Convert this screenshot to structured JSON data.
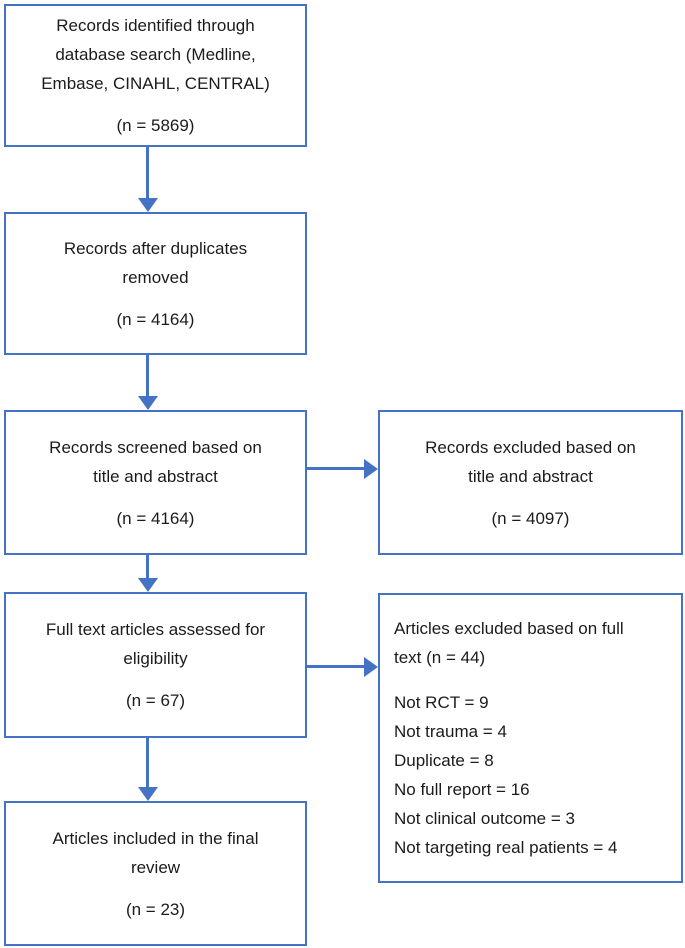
{
  "colors": {
    "accent": "#4472C4",
    "text": "#1b1b1b",
    "background": "#ffffff"
  },
  "boxes": {
    "identified": {
      "lines": [
        "Records identified through",
        "database search (Medline,",
        "Embase, CINAHL, CENTRAL)"
      ],
      "count": "(n = 5869)"
    },
    "duplicates_removed": {
      "lines": [
        "Records after duplicates",
        "removed"
      ],
      "count": "(n = 4164)"
    },
    "screened": {
      "lines": [
        "Records screened based on",
        "title and abstract"
      ],
      "count": "(n = 4164)"
    },
    "excluded_title_abstract": {
      "lines": [
        "Records excluded based on",
        "title and abstract"
      ],
      "count": "(n = 4097)"
    },
    "full_text_assessed": {
      "lines": [
        "Full text articles assessed for",
        "eligibility"
      ],
      "count": "(n = 67)"
    },
    "excluded_full_text": {
      "title_lines": [
        "Articles excluded based on full",
        "text (n = 44)"
      ],
      "reasons": [
        "Not RCT = 9",
        "Not trauma = 4",
        "Duplicate = 8",
        "No full report = 16",
        "Not clinical outcome = 3",
        "Not targeting real patients = 4"
      ]
    },
    "included": {
      "lines": [
        "Articles included in the final",
        "review"
      ],
      "count": "(n = 23)"
    }
  }
}
